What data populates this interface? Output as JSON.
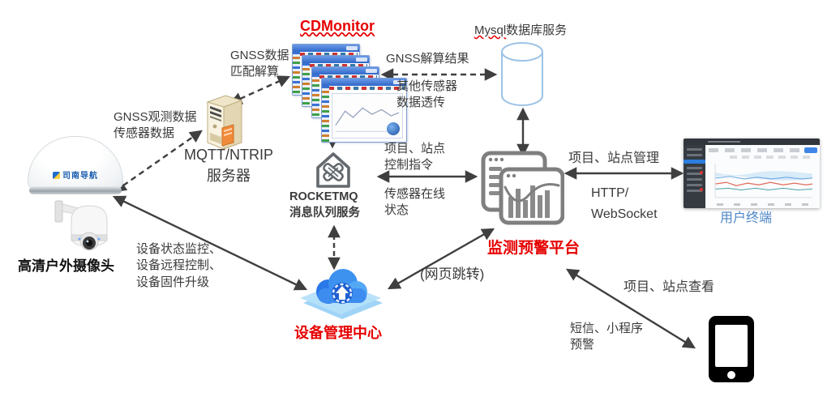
{
  "colors": {
    "accent_red": "#e60000",
    "terminal_blue": "#4e86c6",
    "arrow_gray": "#3f3f3f",
    "mysql_outline_blue": "#9dc3e6",
    "cloud_blue": "#2f86ec",
    "server_beige": "#f6efdc"
  },
  "nodes": {
    "antenna": {
      "brand": "司南导航"
    },
    "camera": {
      "label": "高清户外摄像头"
    },
    "mqtt_server": {
      "label": "MQTT/NTRIP\n服务器"
    },
    "cdmonitor": {
      "title": "CDMonitor"
    },
    "mysql": {
      "label_en": "Mysql",
      "label_cn": "数据库服务"
    },
    "rocketmq": {
      "label": "ROCKETMQ\n消息队列服务"
    },
    "platform": {
      "label": "监测预警平台"
    },
    "terminal": {
      "label": "用户终端"
    },
    "device_center": {
      "label": "设备管理中心"
    },
    "phone": {
      "label": ""
    }
  },
  "edge_labels": {
    "gnss_obs": "GNSS观测数据\n传感器数据",
    "gnss_match": "GNSS数据\n匹配解算",
    "gnss_result": "GNSS解算结果",
    "other_sensor": "其他传感器\n数据透传",
    "project_cmd": "项目、站点\n控制指令",
    "sensor_online": "传感器在线\n状态",
    "project_mgmt": "项目、站点管理",
    "http_ws": "HTTP/\nWebSocket",
    "device_ops": "设备状态监控、\n设备远程控制、\n设备固件升级",
    "web_jump": "(网页跳转)",
    "project_view": "项目、站点查看",
    "sms_alert": "短信、小程序\n预警"
  }
}
